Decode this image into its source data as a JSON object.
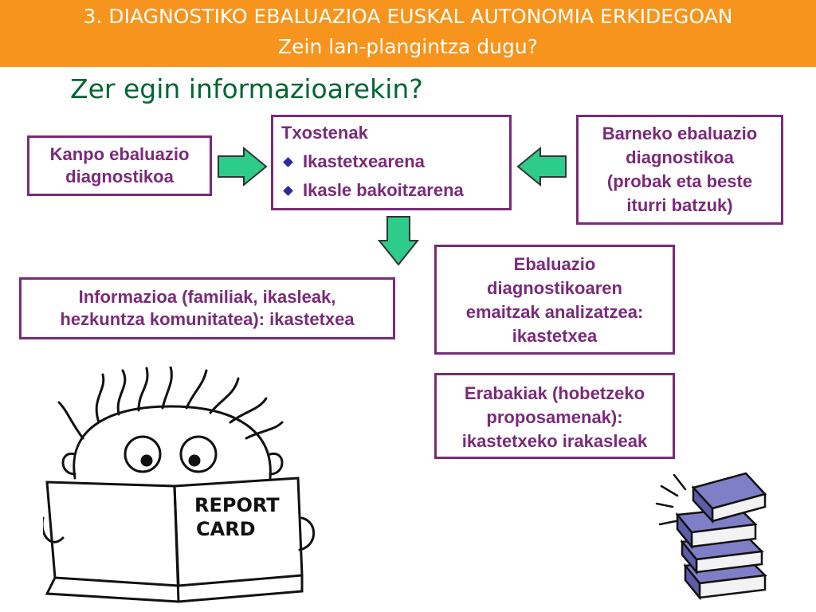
{
  "header": {
    "line1": "3. DIAGNOSTIKO EBALUAZIOA EUSKAL AUTONOMIA ERKIDEGOAN",
    "line2": "Zein lan-plangintza dugu?"
  },
  "subtitle": "Zer egin informazioarekin?",
  "colors": {
    "banner": "#f7941d",
    "box_border": "#7a2a7a",
    "subtitle": "#006633",
    "arrow": "#2ecc8a"
  },
  "boxes": {
    "external": {
      "line1": "Kanpo ebaluazio",
      "line2": "diagnostikoa"
    },
    "reports": {
      "title": "Txostenak",
      "items": [
        "Ikastetxearena",
        "Ikasle bakoitzarena"
      ]
    },
    "internal": {
      "line1": "Barneko ebaluazio",
      "line2": "diagnostikoa",
      "line3": "(probak eta beste",
      "line4": "iturri batzuk)"
    },
    "analysis": {
      "line1": "Ebaluazio",
      "line2": "diagnostikoaren",
      "line3": "emaitzak analizatzea:",
      "line4": "ikastetxea"
    },
    "information": {
      "line1": "Informazioa (familiak, ikasleak,",
      "line2": "hezkuntza komunitatea): ikastetxea"
    },
    "decisions": {
      "line1": "Erabakiak (hobetzeko",
      "line2": "proposamenak):",
      "line3": "ikastetxeko irakasleak"
    }
  },
  "clipart": {
    "report_card": {
      "line1": "REPORT",
      "line2": "CARD"
    },
    "books_icon": "books-stack-icon"
  }
}
